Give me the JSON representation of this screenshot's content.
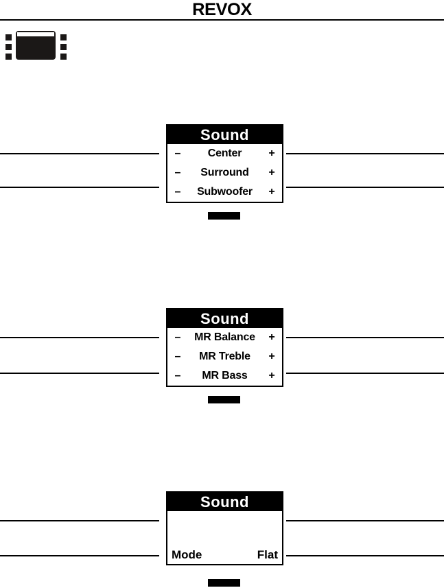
{
  "header": {
    "brand": "REVOX",
    "brand_parts": {
      "r": "R",
      "e": "E",
      "v": "V",
      "o": "O",
      "x": "X"
    }
  },
  "icons": {
    "display": "display-icon",
    "dot": "dot-icon"
  },
  "panels": [
    {
      "title": "Sound",
      "type": "rows",
      "rows": [
        {
          "minus": "–",
          "label": "Center",
          "plus": "+"
        },
        {
          "minus": "–",
          "label": "Surround",
          "plus": "+"
        },
        {
          "minus": "–",
          "label": "Subwoofer",
          "plus": "+"
        }
      ]
    },
    {
      "title": "Sound",
      "type": "rows",
      "rows": [
        {
          "minus": "–",
          "label": "MR Balance",
          "plus": "+"
        },
        {
          "minus": "–",
          "label": "MR Treble",
          "plus": "+"
        },
        {
          "minus": "–",
          "label": "MR Bass",
          "plus": "+"
        }
      ]
    },
    {
      "title": "Sound",
      "type": "softkeys",
      "softkeys": {
        "left": "Mode",
        "right": "Flat"
      }
    }
  ],
  "colors": {
    "ink": "#000000",
    "paper": "#ffffff",
    "icon_fill": "#1b1817"
  }
}
